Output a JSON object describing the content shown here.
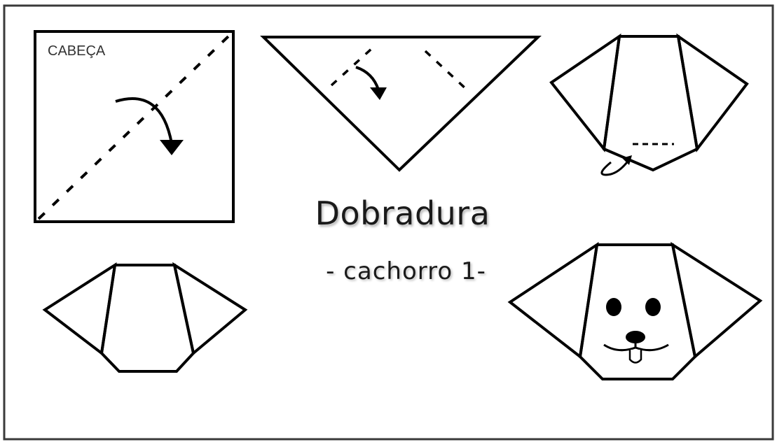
{
  "title": "Dobradura",
  "subtitle": "- cachorro 1-",
  "steps": {
    "step1_label": "CABEÇA"
  },
  "colors": {
    "line": "#000000",
    "background": "#ffffff",
    "text": "#1a1a1a"
  }
}
